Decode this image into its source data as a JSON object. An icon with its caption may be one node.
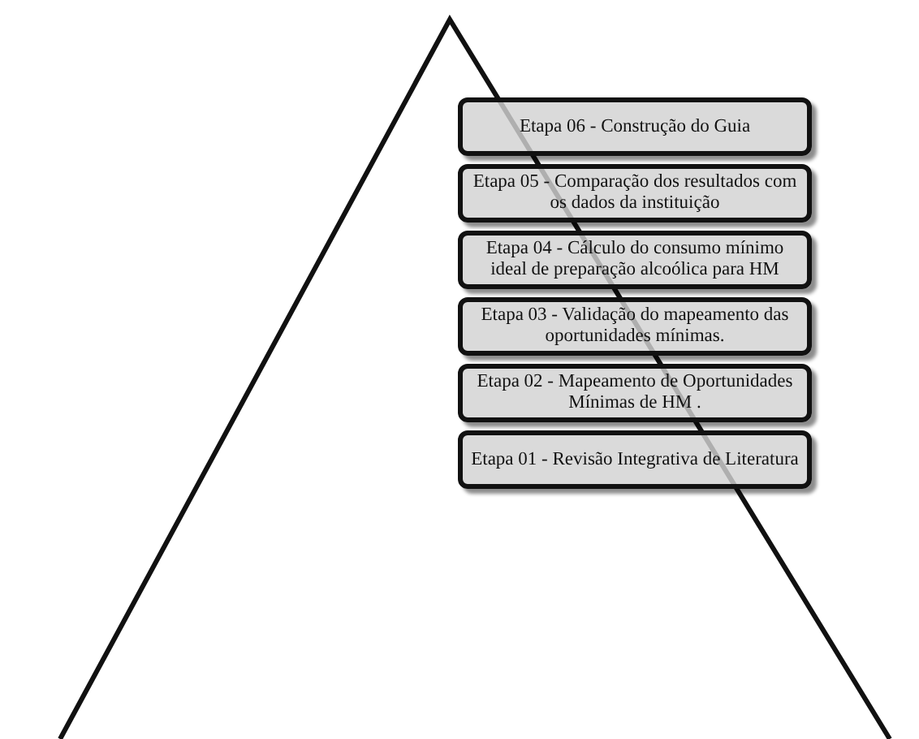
{
  "diagram": {
    "nodes": [
      {
        "text": [
          "Etapa 06 - Construção do Guia"
        ]
      },
      {
        "text": [
          "Etapa 05 - Comparação dos resultados com os dados da instituição"
        ]
      },
      {
        "text": [
          "Etapa 04 - Cálculo do consumo mínimo ideal de preparação alcoólica para HM"
        ]
      },
      {
        "text": [
          "Etapa 03 - Validação do mapeamento das oportunidades mínimas."
        ]
      },
      {
        "text": [
          "Etapa 02 - Mapeamento de Oportunidades Mínimas de HM ."
        ]
      },
      {
        "text": [
          "Etapa 01 - Revisão Integrativa de Literatura"
        ]
      }
    ]
  }
}
